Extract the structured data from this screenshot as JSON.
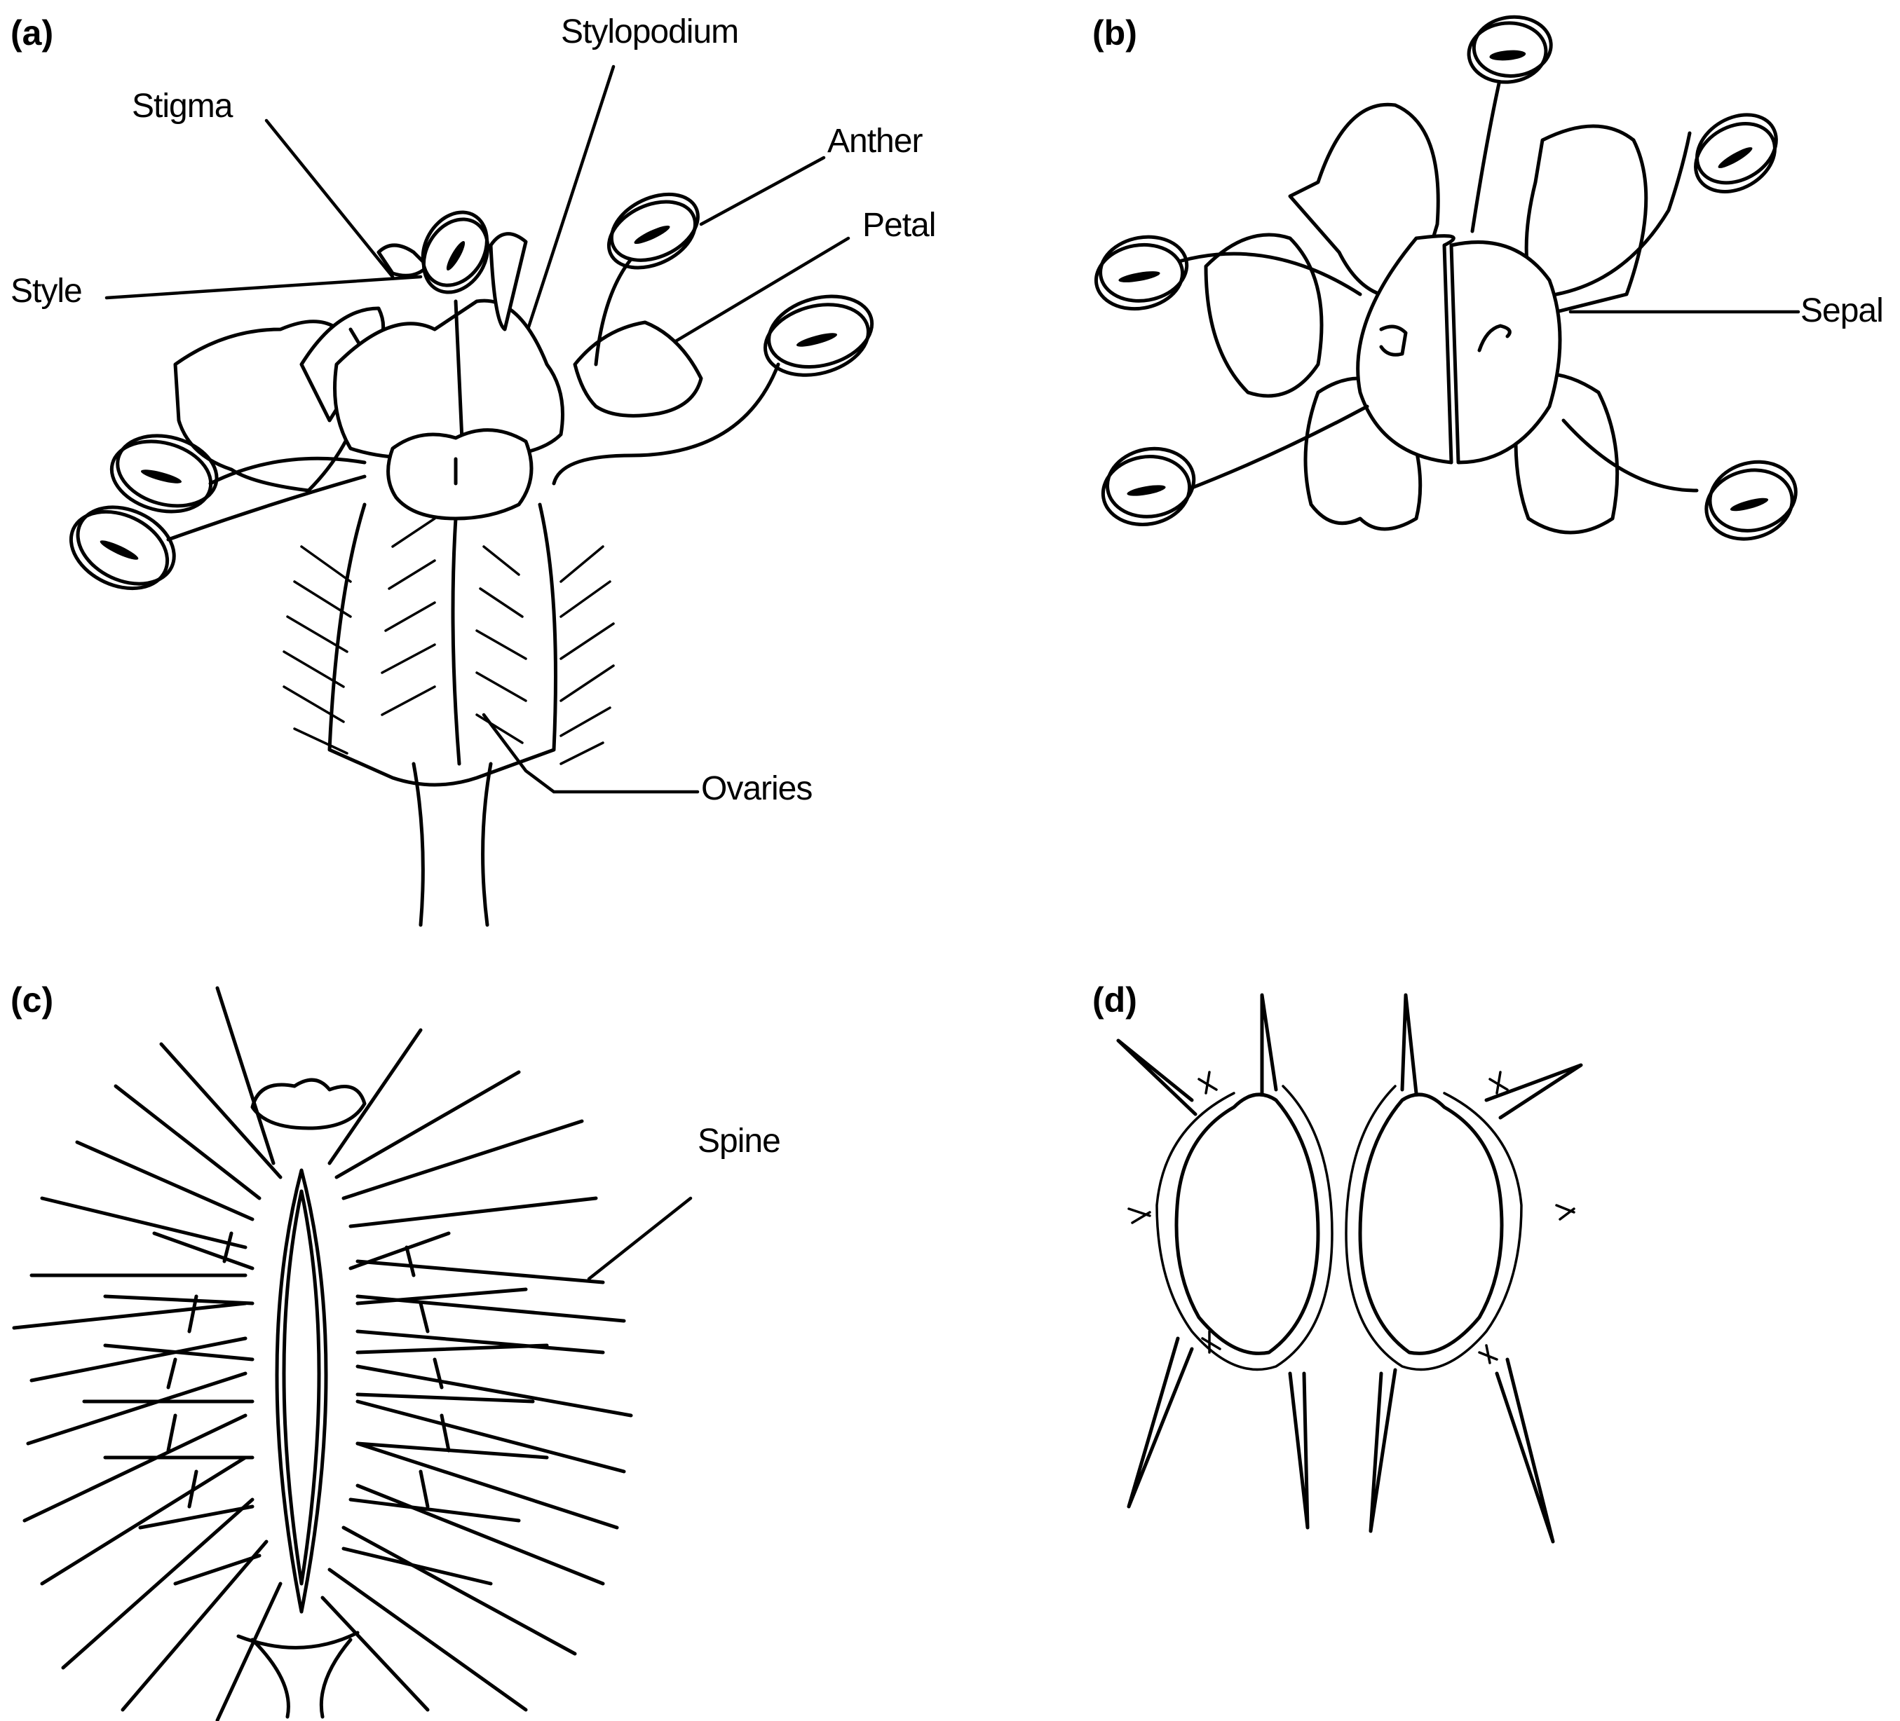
{
  "figure": {
    "panels": [
      {
        "id": "a",
        "letter": "(a)",
        "subject": "flower with spiny ovaries (side view)",
        "labels": {
          "stylopodium": "Stylopodium",
          "stigma": "Stigma",
          "anther": "Anther",
          "petal": "Petal",
          "style": "Style",
          "ovaries": "Ovaries"
        }
      },
      {
        "id": "b",
        "letter": "(b)",
        "subject": "flower (top view)",
        "labels": {
          "sepal": "Sepal"
        }
      },
      {
        "id": "c",
        "letter": "(c)",
        "subject": "spiny fruit",
        "labels": {
          "spine": "Spine"
        }
      },
      {
        "id": "d",
        "letter": "(d)",
        "subject": "fruit cross-section with spines",
        "labels": {}
      }
    ],
    "colors": {
      "background": "#ffffff",
      "ink": "#000000"
    }
  }
}
